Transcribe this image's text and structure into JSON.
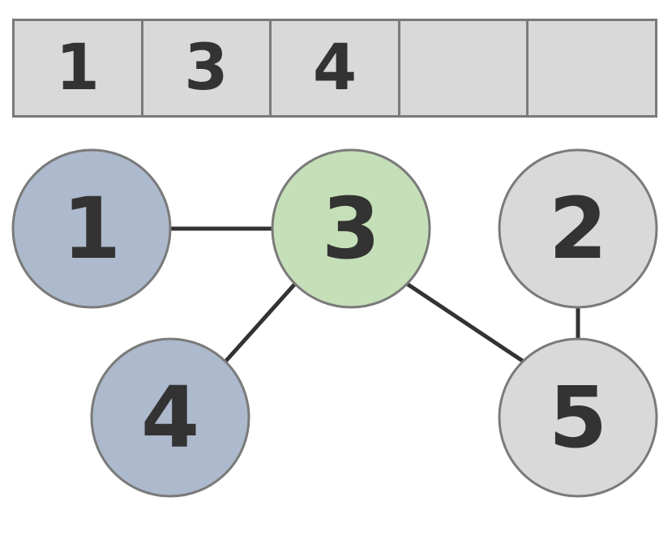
{
  "queue": {
    "cells": [
      "1",
      "3",
      "4",
      "",
      ""
    ]
  },
  "graph": {
    "nodes": [
      {
        "label": "1",
        "state": "visited"
      },
      {
        "label": "3",
        "state": "current"
      },
      {
        "label": "2",
        "state": "unvisited"
      },
      {
        "label": "4",
        "state": "visited"
      },
      {
        "label": "5",
        "state": "unvisited"
      }
    ],
    "edges": [
      [
        "1",
        "3"
      ],
      [
        "3",
        "4"
      ],
      [
        "3",
        "5"
      ],
      [
        "2",
        "5"
      ]
    ]
  },
  "colors": {
    "visited": "#adb9cc",
    "current": "#c5dfb8",
    "unvisited": "#d9d9d9",
    "stroke": "#7a7a7a",
    "edge": "#333333",
    "text": "#333333"
  }
}
